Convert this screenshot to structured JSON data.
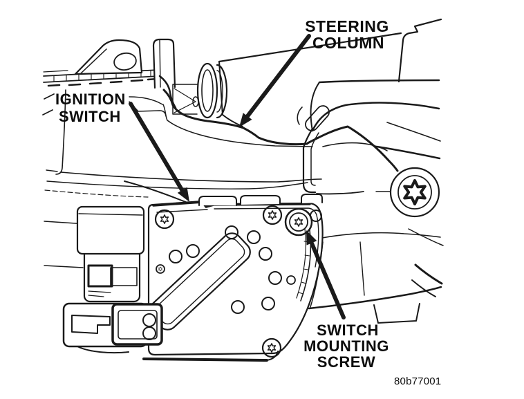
{
  "diagram": {
    "type": "service-manual-line-art",
    "subject": "steering column ignition switch mounting",
    "labels": {
      "steering_column_line1": "STEERING",
      "steering_column_line2": "COLUMN",
      "ignition_switch_line1": "IGNITION",
      "ignition_switch_line2": "SWITCH",
      "mounting_screw_line1": "SWITCH",
      "mounting_screw_line2": "MOUNTING",
      "mounting_screw_line3": "SCREW",
      "figure_code": "80b77001"
    },
    "colors": {
      "background": "#ffffff",
      "line": "#1a1a1a",
      "text": "#0d0d0d"
    }
  }
}
